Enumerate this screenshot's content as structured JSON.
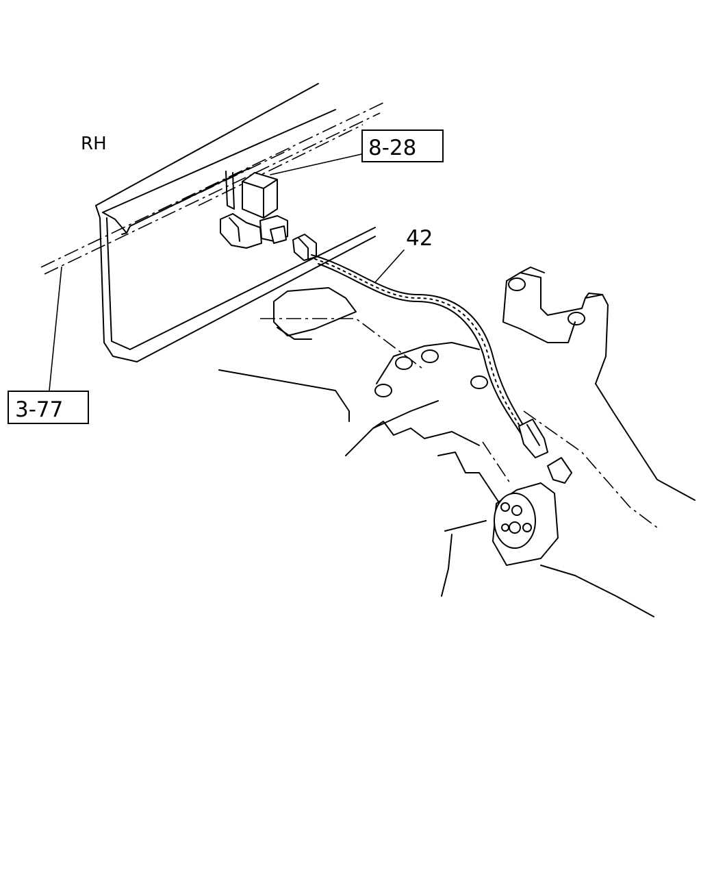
{
  "labels": {
    "side": "RH",
    "ref_top": "8-28",
    "ref_left": "3-77",
    "part_hose": "42"
  }
}
